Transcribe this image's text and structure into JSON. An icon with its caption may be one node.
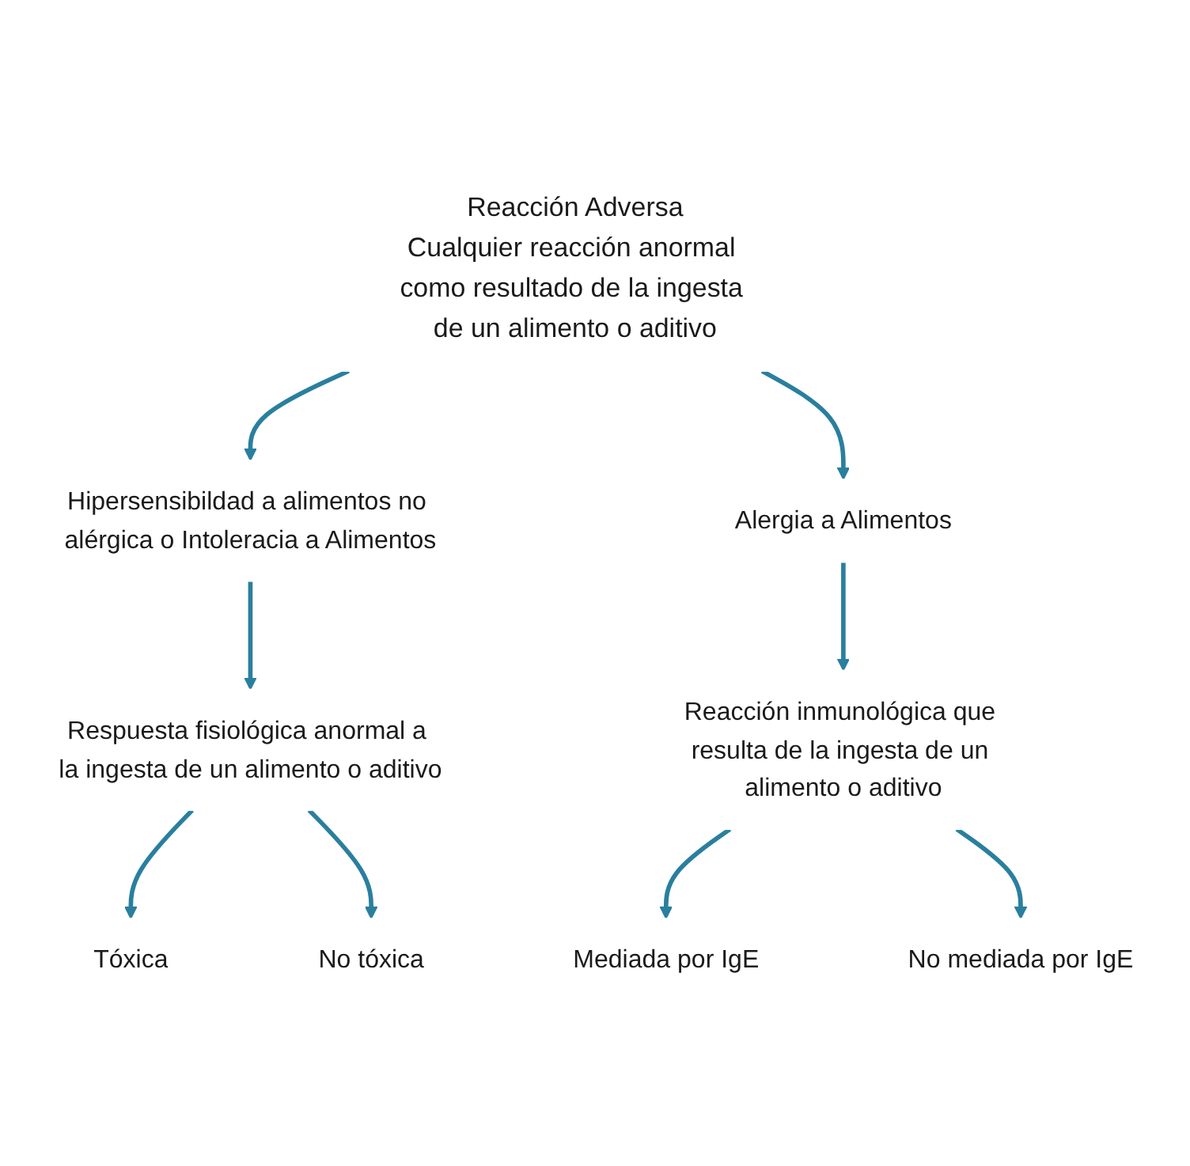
{
  "diagram": {
    "nodes": [
      {
        "text": [
          "Reacción Adversa",
          "Cualquier reacción anormal como resultado de la ingesta de un alimento o aditivo"
        ]
      },
      {
        "text": [
          "Hipersensibildad a alimentos no alérgica o Intoleracia a Alimentos"
        ]
      },
      {
        "text": [
          "Alergia a Alimentos"
        ]
      },
      {
        "text": [
          "Respuesta fisiológica anormal a la ingesta de un alimento o aditivo"
        ]
      },
      {
        "text": [
          "Reacción inmunológica que resulta de la ingesta de un alimento o aditivo"
        ]
      },
      {
        "text": [
          "Tóxica"
        ]
      },
      {
        "text": [
          "No tóxica"
        ]
      },
      {
        "text": [
          "Mediada por IgE"
        ]
      },
      {
        "text": [
          "No mediada por IgE"
        ]
      }
    ],
    "edges": [
      {
        "from": 0,
        "to": 1,
        "arrow": "to"
      },
      {
        "from": 0,
        "to": 2,
        "arrow": "to"
      },
      {
        "from": 1,
        "to": 3,
        "arrow": "to"
      },
      {
        "from": 2,
        "to": 4,
        "arrow": "to"
      },
      {
        "from": 3,
        "to": 5,
        "arrow": "to"
      },
      {
        "from": 3,
        "to": 6,
        "arrow": "to"
      },
      {
        "from": 4,
        "to": 7,
        "arrow": "to"
      },
      {
        "from": 4,
        "to": 8,
        "arrow": "to"
      }
    ]
  }
}
